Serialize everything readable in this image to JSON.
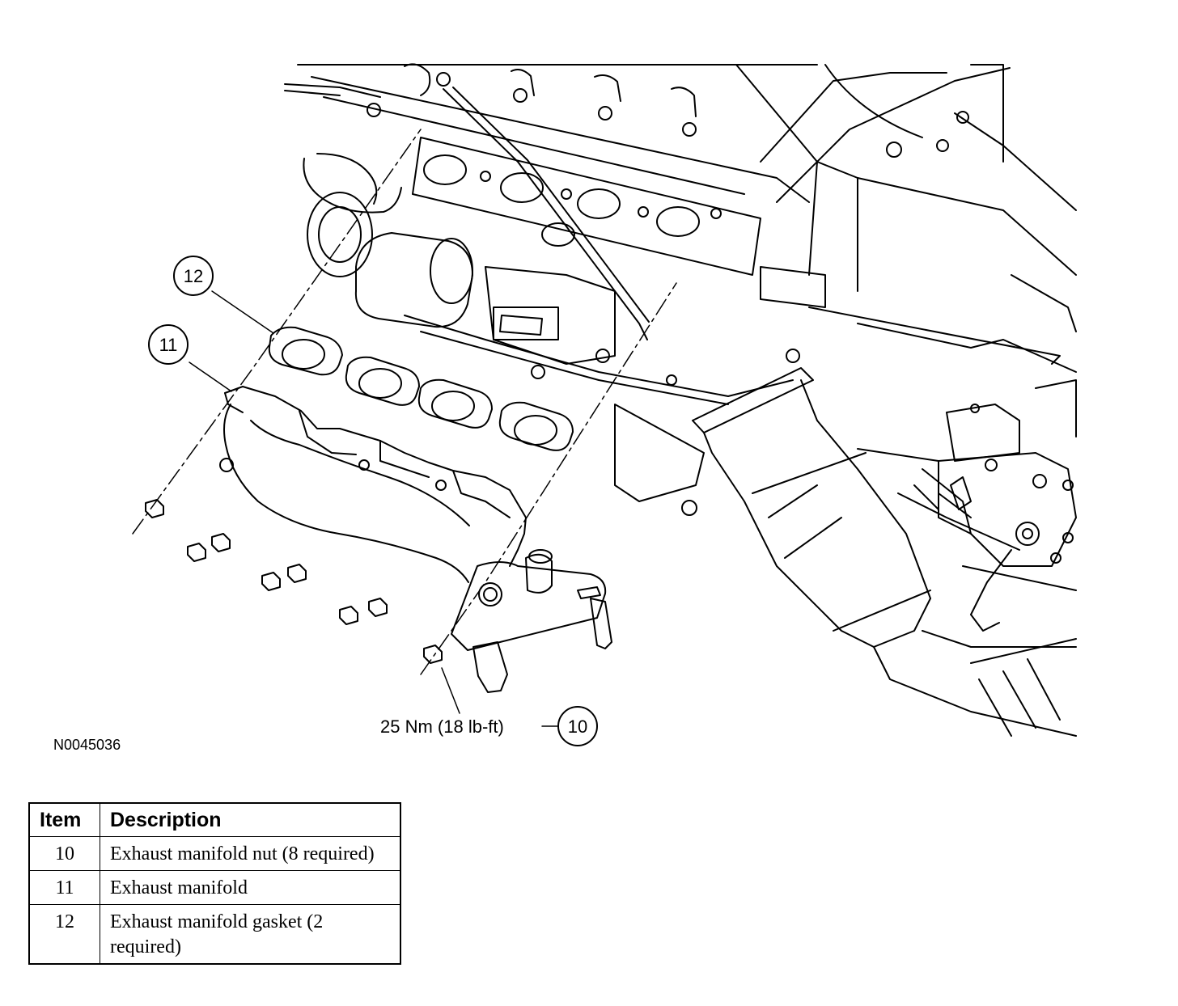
{
  "figure": {
    "id": "N0045036",
    "callouts": [
      {
        "label": "12"
      },
      {
        "label": "11"
      },
      {
        "label": "10"
      }
    ],
    "torque_spec": "25 Nm (18 lb-ft)"
  },
  "legend": {
    "headers": {
      "item": "Item",
      "description": "Description"
    },
    "rows": [
      {
        "item": "10",
        "description": "Exhaust manifold nut (8 required)"
      },
      {
        "item": "11",
        "description": "Exhaust manifold"
      },
      {
        "item": "12",
        "description": "Exhaust manifold gasket (2 required)"
      }
    ]
  }
}
